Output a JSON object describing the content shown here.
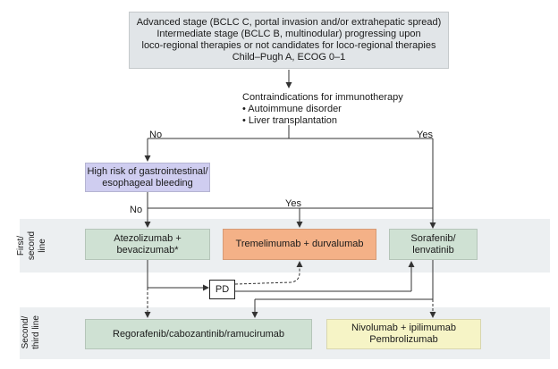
{
  "bands": [
    {
      "label_lines": [
        "First/",
        "second",
        "line"
      ]
    },
    {
      "label_lines": [
        "Second/",
        "third line"
      ]
    }
  ],
  "nodes": {
    "top": {
      "lines": [
        "Advanced stage (BCLC C, portal invasion and/or extrahepatic spread)",
        "Intermediate stage (BCLC B, multinodular) progressing upon",
        "loco-regional therapies or not candidates for loco-regional therapies",
        "Child–Pugh A, ECOG 0–1"
      ]
    },
    "contraindications": {
      "lines": [
        "Contraindications for immunotherapy",
        "• Autoimmune disorder",
        "• Liver transplantation"
      ]
    },
    "bleeding": {
      "lines": [
        "High risk of gastrointestinal/",
        "esophageal bleeding"
      ]
    },
    "atezo": {
      "lines": [
        "Atezolizumab +",
        "bevacizumab*"
      ]
    },
    "treme": {
      "lines": [
        "Tremelimumab + durvalumab"
      ]
    },
    "sora": {
      "lines": [
        "Sorafenib/",
        "lenvatinib"
      ]
    },
    "pd": {
      "lines": [
        "PD"
      ]
    },
    "rego": {
      "lines": [
        "Regorafenib/cabozantinib/ramucirumab"
      ]
    },
    "nivo": {
      "lines": [
        "Nivolumab + ipilimumab",
        "Pembrolizumab"
      ]
    }
  },
  "edge_labels": {
    "no_top": "No",
    "yes_top": "Yes",
    "no_mid": "No",
    "yes_mid": "Yes"
  },
  "colors": {
    "gray": "#e1e5e8",
    "purple": "#cfcdf0",
    "green": "#cfe1d3",
    "orange": "#f4b187",
    "yellow": "#f6f4c6",
    "band": "#eceff1",
    "line": "#333333"
  }
}
